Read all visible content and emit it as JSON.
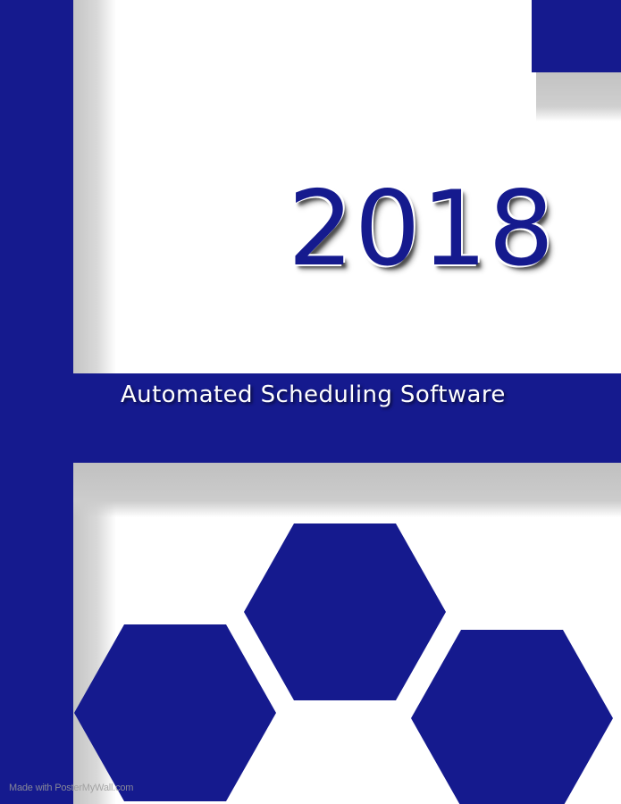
{
  "poster": {
    "year": "2018",
    "subtitle": "Automated Scheduling Software",
    "watermark": "Made with PosterMyWall.com"
  },
  "colors": {
    "primary_blue": "#151a8e",
    "shadow_gray": "#c4c4c4",
    "background": "#ffffff"
  }
}
